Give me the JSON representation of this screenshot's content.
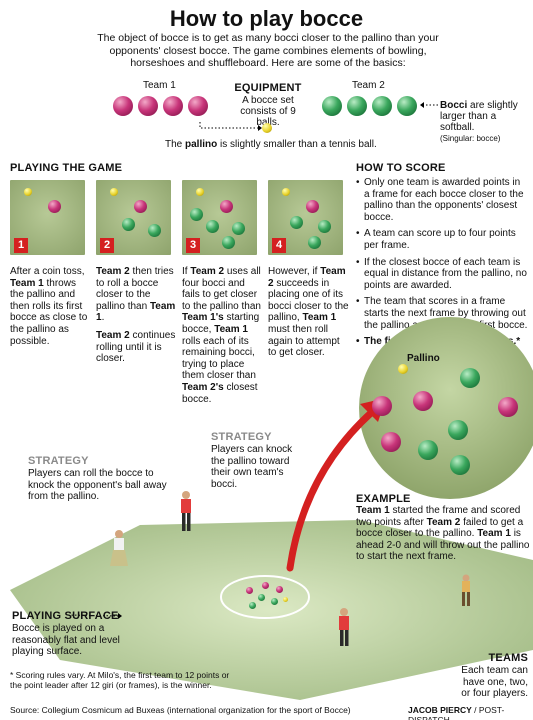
{
  "title": "How to play bocce",
  "intro": "The object of bocce is to get as many bocci closer to the pallino than your opponents' closest bocce. The game combines elements of bowling, horseshoes and shuffleboard. Here are some of the basics:",
  "equipment": {
    "team1_label": "Team 1",
    "team2_label": "Team 2",
    "heading": "EQUIPMENT",
    "desc": "A bocce set consists of 9 balls.",
    "bocci_bold": "Bocci",
    "bocci_text": " are slightly larger than a softball.",
    "bocci_singular": "(Singular: bocce)",
    "pallino_pre": "The ",
    "pallino_bold": "pallino",
    "pallino_text": " is slightly smaller than a tennis ball."
  },
  "playing": {
    "heading": "PLAYING THE GAME",
    "steps": [
      {
        "num": "1",
        "t1": "After a coin toss, ",
        "b1": "Team 1",
        "t2": " throws the pallino and then rolls its first bocce as close to the pallino as possible."
      },
      {
        "num": "2",
        "b1": "Team 2",
        "t1": " then tries to roll a bocce closer to the pallino than ",
        "b2": "Team 1",
        "t2": ".",
        "b3": "Team 2",
        "t3": " continues rolling until it is closer."
      },
      {
        "num": "3",
        "t1": "If ",
        "b1": "Team 2",
        "t2": " uses all four bocci and fails to get closer to the pallino than ",
        "b2": "Team 1's",
        "t3": " starting bocce, ",
        "b3": "Team 1",
        "t4": " rolls each of its remaining bocci, trying to place them closer than ",
        "b4": "Team 2's",
        "t5": " closest bocce."
      },
      {
        "num": "4",
        "t1": "However, if ",
        "b1": "Team 2",
        "t2": " succeeds in placing one of its bocci closer to the pallino, ",
        "b2": "Team 1",
        "t3": " must then roll again to attempt to get closer."
      }
    ]
  },
  "score": {
    "heading": "HOW TO SCORE",
    "items": [
      "Only one team is awarded points in a frame for each bocce closer to the pallino than the opponents' closest bocce.",
      "A team can score up to four points per frame.",
      "If the closest bocce of each team is equal in distance from the pallino, no points are awarded.",
      "The team that scores in a frame starts the next frame  by throwing out the pallino and playing  its first bocce."
    ],
    "final": "The first team to 16 points wins.*"
  },
  "circle_label": "Pallino",
  "strategy1": {
    "heading": "STRATEGY",
    "text": "Players can roll the bocce to knock the opponent's ball away from the pallino."
  },
  "strategy2": {
    "heading": "STRATEGY",
    "text": "Players can knock the pallino toward their own team's bocci."
  },
  "example": {
    "heading": "EXAMPLE",
    "b1": "Team 1",
    "t1": " started the frame and scored two points after ",
    "b2": "Team 2",
    "t2": " failed to get a bocce closer to the pallino. ",
    "b3": "Team 1",
    "t3": " is ahead 2-0 and will throw out the pallino to start the next frame."
  },
  "surface": {
    "heading": "PLAYING SURFACE",
    "text": "Bocce is played on a reasonably flat and level playing surface."
  },
  "teams": {
    "heading": "TEAMS",
    "text": "Each team can have one,  two, or four players."
  },
  "footnote": "* Scoring rules vary.  At Milo's, the first team to 12 points or the point leader after 12 giri (or frames), is the winner.",
  "source": "Source: Collegium Cosmicum ad Buxeas (international organization for the sport of Bocce)",
  "credit_bold": "JACOB PIERCY",
  "credit_rest": " / POST-DISPATCH",
  "colors": {
    "team1": "#c8357a",
    "team2": "#3aa75d",
    "pallino": "#e8d22a",
    "accent": "#d42020",
    "grass": "#9fb57e"
  },
  "icons": [
    "pink-bocce-ball",
    "green-bocce-ball",
    "yellow-pallino-ball",
    "red-curved-arrow",
    "dotted-leader-arrow",
    "player-figure"
  ]
}
